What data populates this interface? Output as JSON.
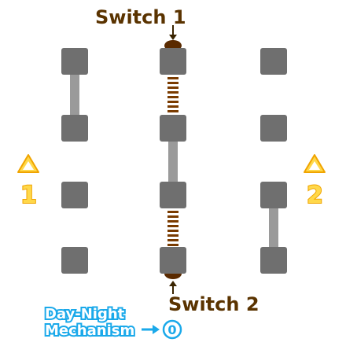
{
  "labels": {
    "switch_1": "Switch 1",
    "switch_2": "Switch 2",
    "side_left": "1",
    "side_right": "2",
    "legend_line1": "Day-Night",
    "legend_line2": "Mechanism",
    "legend_symbol": "0"
  },
  "colors": {
    "block": "#6f6f6f",
    "bar": "#9a9a9a",
    "chain": "#7a3b00",
    "chain_end": "#5a2a00",
    "arrow": "#3a2400",
    "warning_fill": "#ffd84a",
    "warning_stroke": "#f0a400",
    "legend": "#1aa9ea"
  },
  "icons": {
    "warning": "warning-triangle-icon",
    "legend_arrow": "right-arrow-icon",
    "legend_circle": "circle-zero-icon"
  }
}
